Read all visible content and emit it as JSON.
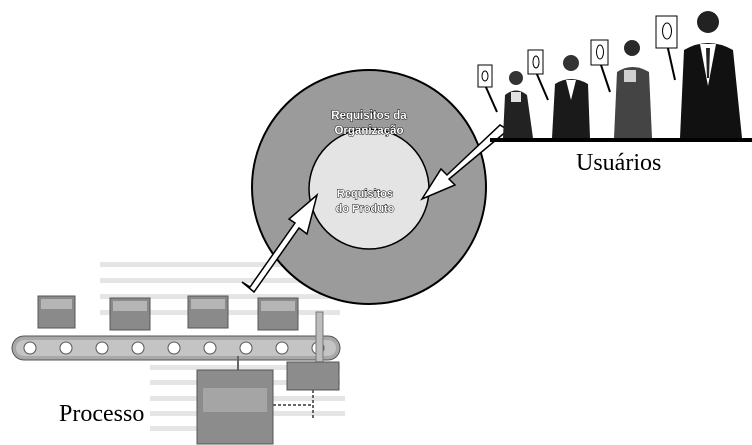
{
  "diagram": {
    "outer_ring_label_line1": "Requisitos da",
    "outer_ring_label_line2": "Organização",
    "inner_label_line1": "Requisitos",
    "inner_label_line2": "do Produto",
    "users_label": "Usuários",
    "process_label": "Processo"
  },
  "colors": {
    "outer_ring": "#9b9b9b",
    "inner_circle": "#e4e4e4",
    "arrow_fill": "#ffffff",
    "arrow_stroke": "#000000"
  },
  "icons": {
    "users": "people-holding-score-cards",
    "process": "conveyor-belt-production-line"
  }
}
